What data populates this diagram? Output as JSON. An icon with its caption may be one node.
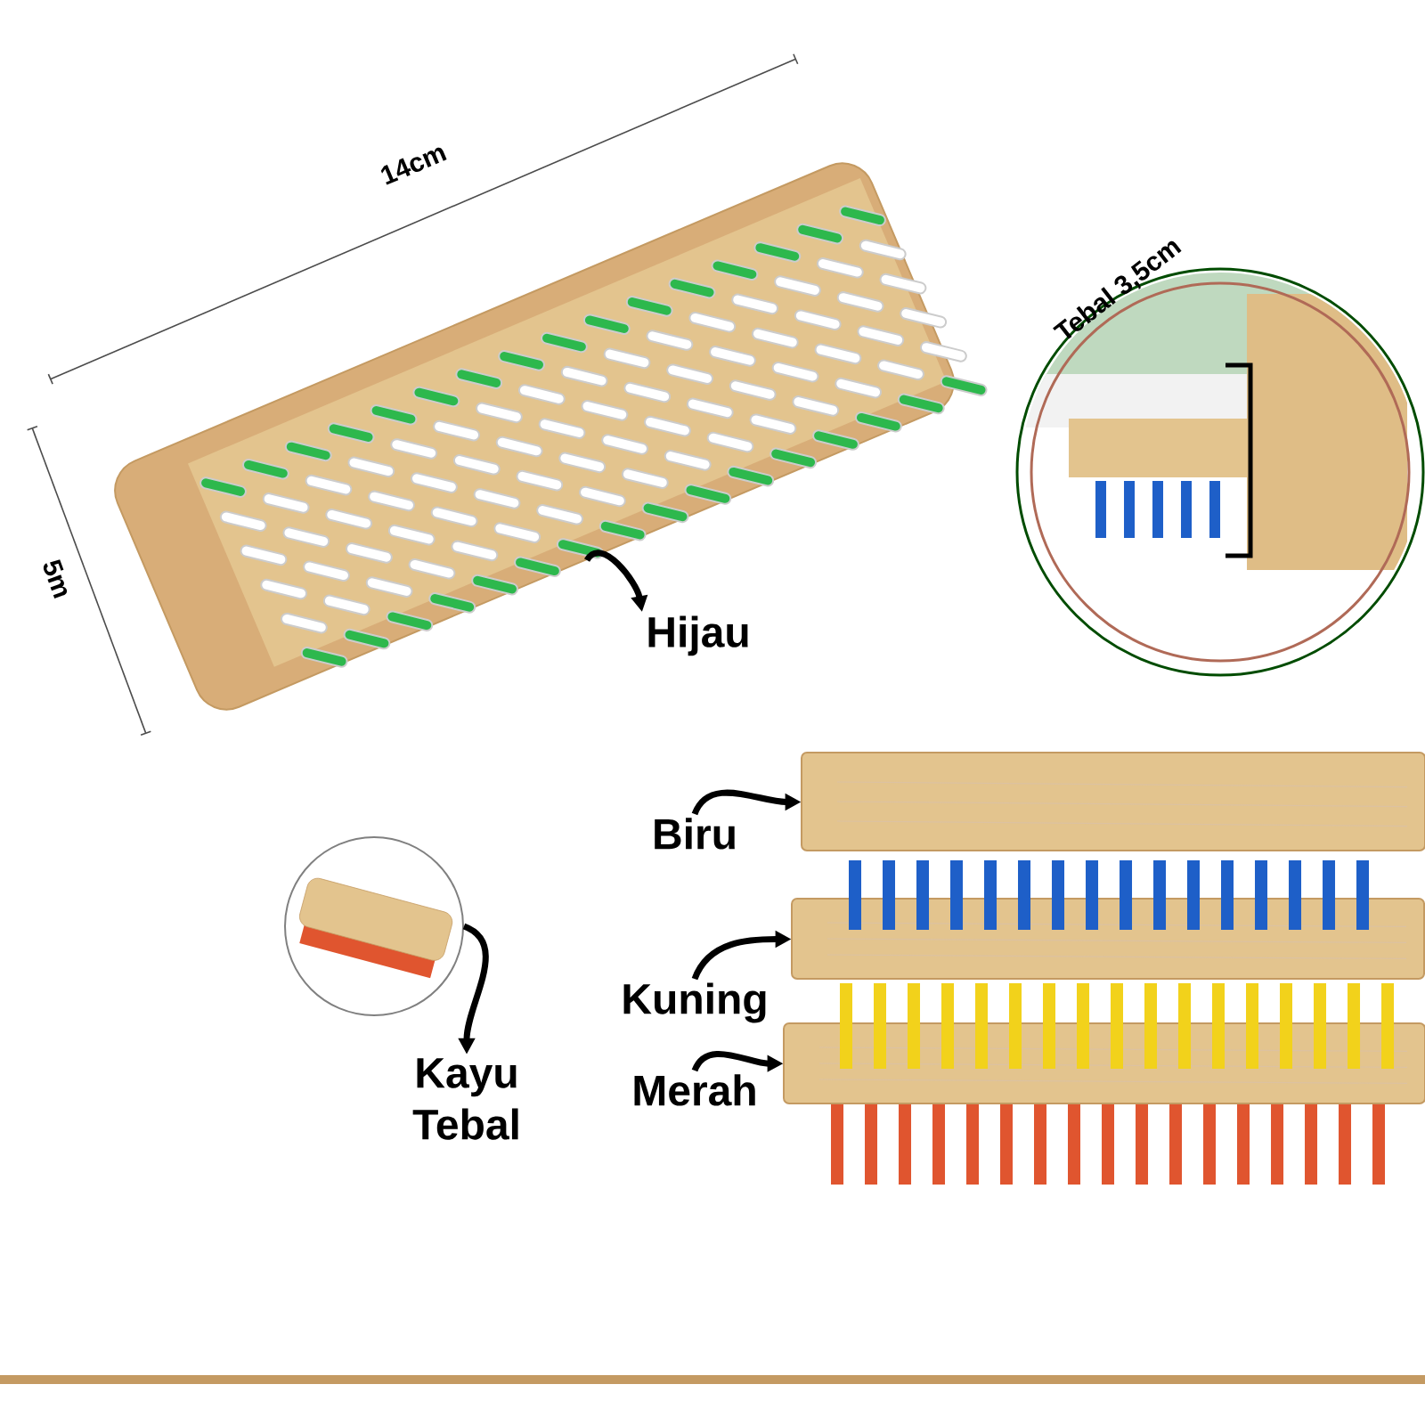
{
  "diagram": {
    "nodes": [
      {
        "text": [],
        "shape": "picture"
      },
      {
        "text": [
          "Hijau"
        ]
      },
      {
        "text": [
          "Biru"
        ]
      },
      {
        "text": [],
        "shape": "picture"
      },
      {
        "text": [
          "Kuning"
        ]
      },
      {
        "text": [],
        "shape": "picture"
      },
      {
        "text": [
          "Merah"
        ]
      },
      {
        "text": [],
        "shape": "picture"
      },
      {
        "text": [],
        "shape": "picture"
      },
      {
        "text": [
          "Kayu Tebal"
        ]
      }
    ],
    "edges": [
      {
        "from": 0,
        "to": 1,
        "arrow": "to"
      },
      {
        "from": 2,
        "to": 3,
        "arrow": "to"
      },
      {
        "from": 4,
        "to": 5,
        "arrow": "to"
      },
      {
        "from": 6,
        "to": 7,
        "arrow": "to"
      },
      {
        "from": 8,
        "to": 9,
        "arrow": "to"
      }
    ],
    "labels": [
      "14cm",
      "Tebal 3,5cm",
      "5m"
    ]
  }
}
